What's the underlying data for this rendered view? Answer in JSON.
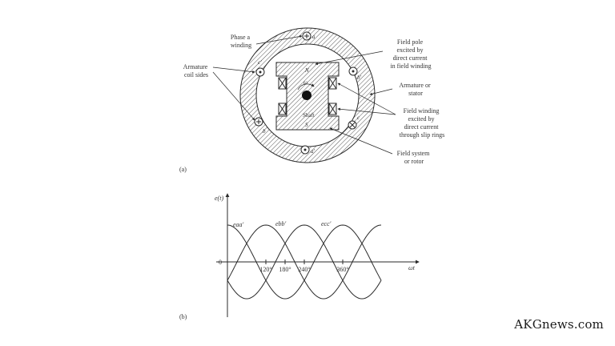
{
  "machine_labels": {
    "phase_a_winding": [
      "Phase a",
      "winding"
    ],
    "field_pole": [
      "Field pole",
      "excited by",
      "direct current",
      "in field winding"
    ],
    "armature_coil_sides": [
      "Armature",
      "coil sides"
    ],
    "armature_stator": [
      "Armature or",
      "stator"
    ],
    "field_winding": [
      "Field winding",
      "excited by",
      "direct current",
      "through slip rings"
    ],
    "field_system": [
      "Field system",
      "or rotor"
    ],
    "shaft": "Shaft",
    "omega": "ω",
    "pole_n": "N",
    "pole_s": "S",
    "coil_a": "a",
    "coil_a_prime": "a′",
    "coil_b": "b",
    "coil_b_prime": "b′",
    "coil_c": "c",
    "coil_c_prime": "c′",
    "panel_a": "(a)"
  },
  "waveform": {
    "y_axis_label": "e(t)",
    "x_axis_label": "ωt",
    "zero_label": "0",
    "tick_labels": [
      "120°",
      "180°",
      "240°",
      "360°"
    ],
    "series_labels": [
      "eaa′",
      "ebb′",
      "ecc′"
    ],
    "panel_b": "(b)"
  },
  "chart_data": {
    "type": "line",
    "x_unit": "degrees",
    "x_ticks": [
      120,
      180,
      240,
      360
    ],
    "x_range": [
      0,
      480
    ],
    "y_range": [
      -1,
      1
    ],
    "series": [
      {
        "name": "eaa′",
        "phase_deg": 0
      },
      {
        "name": "ebb′",
        "phase_deg": 120
      },
      {
        "name": "ecc′",
        "phase_deg": 240
      }
    ]
  },
  "watermark": "AKGnews.com"
}
